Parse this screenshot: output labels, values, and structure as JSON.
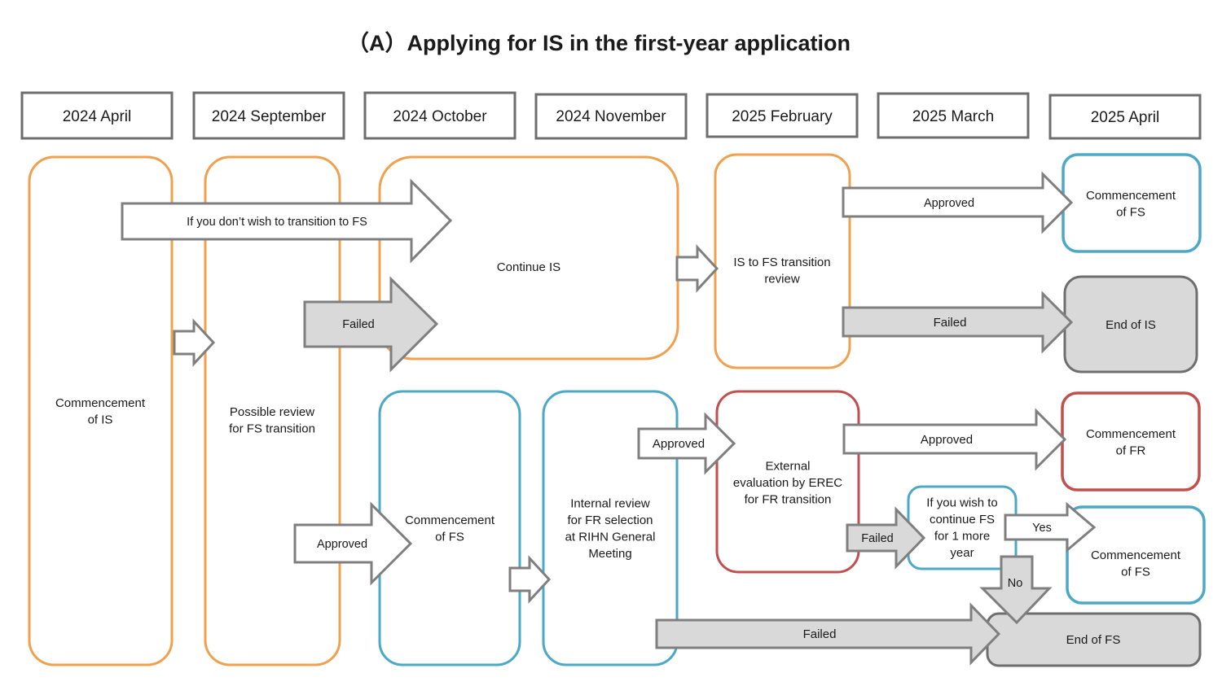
{
  "title": "（A）Applying for IS in the first-year application",
  "colors": {
    "orange": "#f0a04e",
    "blue": "#4ba8c6",
    "red": "#c0504d",
    "grey_border": "#6e6e6e",
    "grey_fill": "#d9d9d9",
    "arrow_border": "#7f7f7f"
  },
  "headers": [
    "2024 April",
    "2024 September",
    "2024 October",
    "2024 November",
    "2025 February",
    "2025 March",
    "2025 April"
  ],
  "boxes": {
    "commence_is": "Commencement\nof IS",
    "possible_review": "Possible review\nfor FS transition",
    "continue_is": "Continue IS",
    "is_fs_review": "IS to FS transition\nreview",
    "commence_fs_top": "Commencement\nof FS",
    "end_is": "End of IS",
    "commence_fs_mid": "Commencement\nof FS",
    "internal_review": "Internal review\nfor FR selection\nat RIHN General\nMeeting",
    "external_eval": "External\nevaluation by EREC\nfor FR transition",
    "commence_fr": "Commencement\nof FR",
    "continue_fs_q": "If you wish to\ncontinue FS\nfor 1 more\nyear",
    "commence_fs_right": "Commencement\nof FS",
    "end_fs": "End of FS"
  },
  "arrows": {
    "no_transition": "If you don’t wish to transition to FS",
    "failed_to_continue": "Failed",
    "approved_to_fs": "Approved",
    "approved_to_external": "Approved",
    "approved_top": "Approved",
    "failed_top": "Failed",
    "approved_fr": "Approved",
    "failed_external": "Failed",
    "yes": "Yes",
    "no": "No",
    "failed_bottom": "Failed"
  }
}
